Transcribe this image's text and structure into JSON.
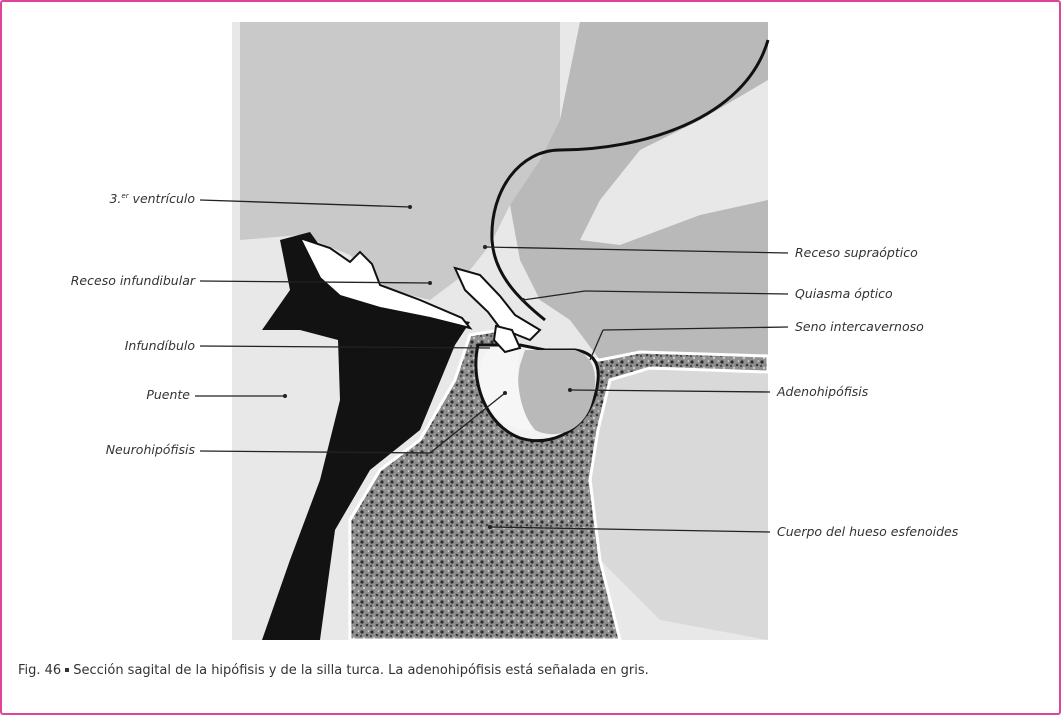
{
  "figure": {
    "border_color": "#e0449a",
    "labels": {
      "tercer_ventriculo": {
        "main": "3.",
        "sup": "er",
        "rest": " ventrículo"
      },
      "receso_infundibular": "Receso infundibular",
      "infundibulo": "Infundíbulo",
      "puente": "Puente",
      "neurohipofisis": "Neurohipófisis",
      "receso_supraoptico": "Receso supraóptico",
      "quiasma_optico": "Quiasma óptico",
      "seno_intercavernoso": "Seno intercavernoso",
      "adenohipofisis": "Adenohipófisis",
      "cuerpo_esfenoides": "Cuerpo del hueso esfenoides"
    },
    "caption": {
      "number": "Fig. 46",
      "text": "Sección sagital de la hipófisis y de la silla turca. La adenohipófisis está señalada en gris."
    }
  }
}
